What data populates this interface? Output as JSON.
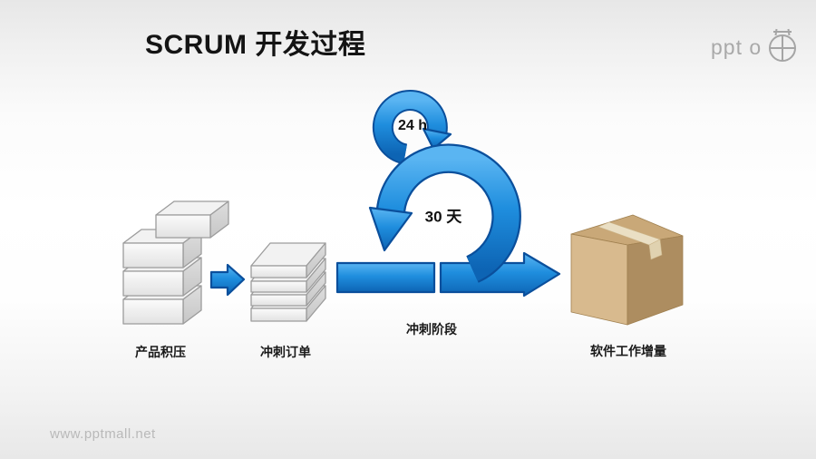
{
  "slide": {
    "title": "SCRUM 开发过程",
    "logo_text": "ppt o",
    "watermark": "www.pptmall.net"
  },
  "diagram": {
    "product_backlog_label": "产品积压",
    "sprint_backlog_label": "冲刺订单",
    "sprint_phase_label": "冲刺阶段",
    "increment_label": "软件工作增量",
    "daily_cycle_label": "24 h",
    "sprint_cycle_label": "30 天"
  },
  "colors": {
    "accent_blue": "#1a86d6",
    "blue_outline": "#0a4f9c",
    "carton_tan": "#c9a878",
    "box_gray": "#e6e6e6"
  }
}
